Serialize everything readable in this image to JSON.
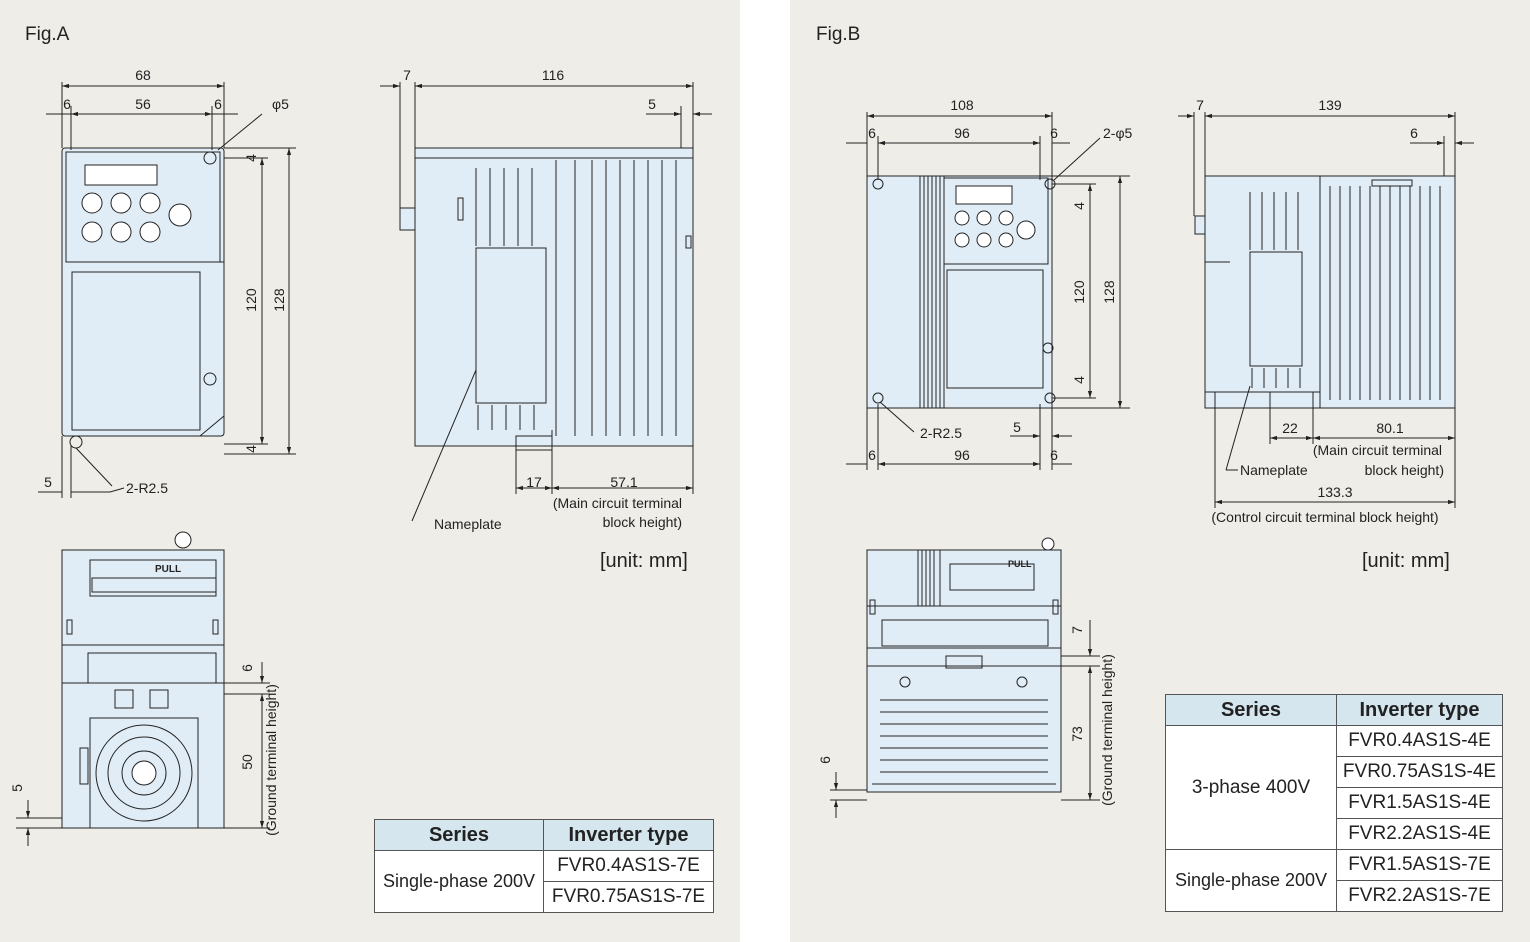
{
  "fig_a": {
    "label": "Fig.A",
    "dims": {
      "w68": "68",
      "w6l": "6",
      "w56": "56",
      "w6r": "6",
      "phi5": "φ5",
      "h4t": "4",
      "h120": "120",
      "h128": "128",
      "h4b": "4",
      "d5": "5",
      "r25": "2-R2.5",
      "s7": "7",
      "s116": "116",
      "s5": "5",
      "s17": "17",
      "s571": "57.1",
      "main1": "(Main circuit terminal",
      "main2": "block height)",
      "nameplate": "Nameplate",
      "b6": "6",
      "b50": "50",
      "b5": "5",
      "ground": "(Ground terminal height)",
      "pull": "PULL"
    },
    "unit": "[unit: mm]",
    "table": {
      "headers": [
        "Series",
        "Inverter type"
      ],
      "series": "Single-phase 200V",
      "types": [
        "FVR0.4AS1S-7E",
        "FVR0.75AS1S-7E"
      ]
    }
  },
  "fig_b": {
    "label": "Fig.B",
    "dims": {
      "w108": "108",
      "w6l": "6",
      "w96": "96",
      "w6r": "6",
      "phi5": "2-φ5",
      "h4t": "4",
      "h120": "120",
      "h128": "128",
      "h4b": "4",
      "r25": "2-R2.5",
      "d5": "5",
      "bw6l": "6",
      "bw96": "96",
      "bw6r": "6",
      "s7": "7",
      "s139": "139",
      "s6": "6",
      "s22": "22",
      "s801": "80.1",
      "main1": "(Main circuit terminal",
      "main2": "block height)",
      "nameplate": "Nameplate",
      "s1333": "133.3",
      "ctrl": "(Control circuit terminal block height)",
      "b7": "7",
      "b73": "73",
      "b6": "6",
      "ground": "(Ground terminal height)",
      "pull": "PULL"
    },
    "unit": "[unit: mm]",
    "table": {
      "headers": [
        "Series",
        "Inverter type"
      ],
      "series1": "3-phase 400V",
      "types1": [
        "FVR0.4AS1S-4E",
        "FVR0.75AS1S-4E",
        "FVR1.5AS1S-4E",
        "FVR2.2AS1S-4E"
      ],
      "series2": "Single-phase 200V",
      "types2": [
        "FVR1.5AS1S-7E",
        "FVR2.2AS1S-7E"
      ]
    }
  },
  "colors": {
    "panel_bg": "#efede7",
    "device_fill": "#e1edf6",
    "table_header": "#d5e6ef"
  }
}
